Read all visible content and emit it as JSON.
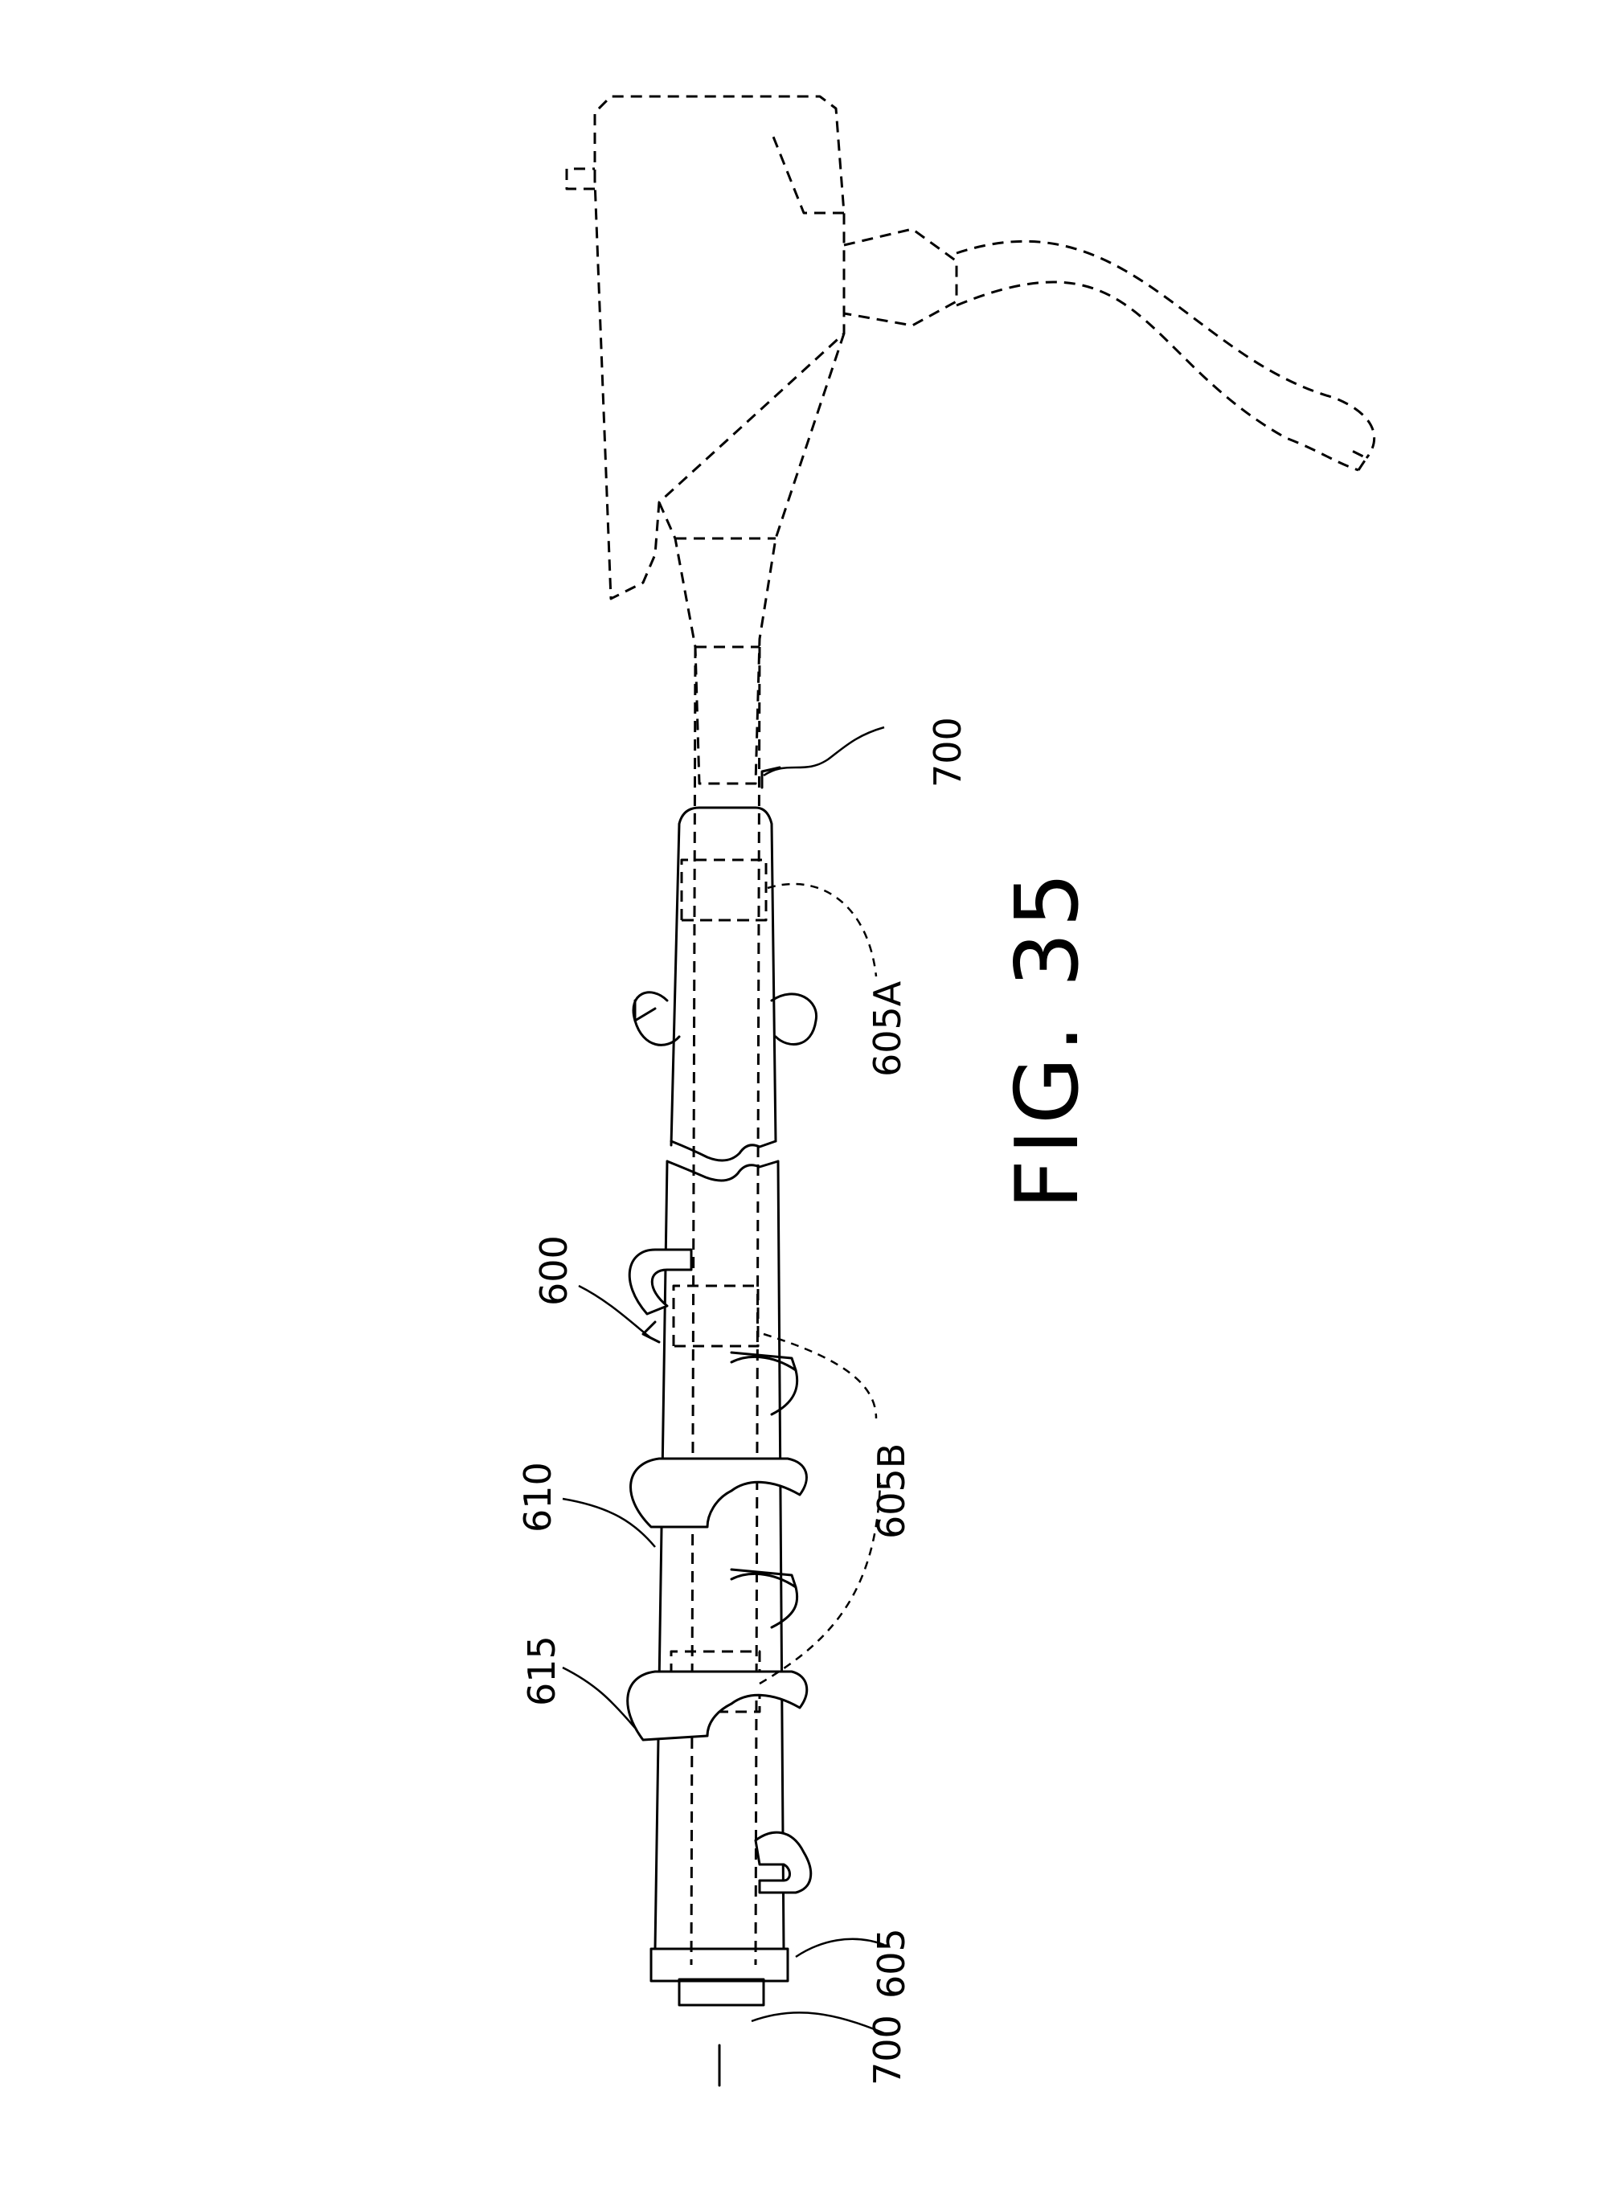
{
  "figure": {
    "caption": "FIG. 35"
  },
  "labels": {
    "device_proximal": "700",
    "device_distal": "700",
    "sleeve": "600",
    "sleeve_body": "610",
    "helical_thread": "615",
    "seal_region_a": "605A",
    "seal_region_b": "605B",
    "distal_seal": "605"
  }
}
